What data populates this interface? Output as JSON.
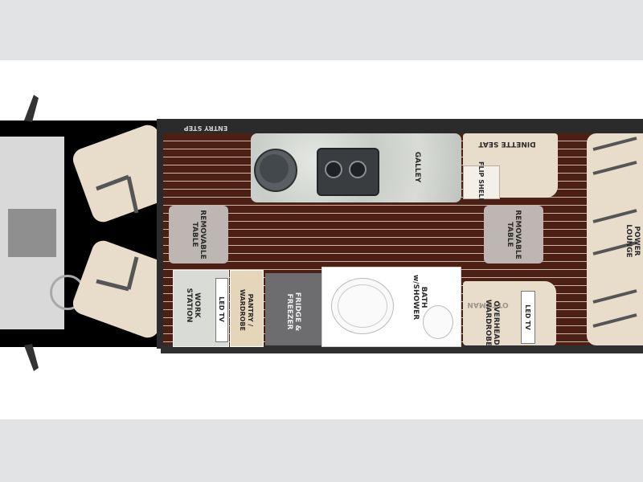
{
  "floorplan": {
    "labels": {
      "entry_step": "ENTRY STEP",
      "galley": "GALLEY",
      "dinette_seat": "DINETTE SEAT",
      "flip_shelf": "FLIP SHELF",
      "power_lounge": "POWER LOUNGE",
      "removable_table_left": "REMOVABLE TABLE",
      "removable_table_right": "REMOVABLE TABLE",
      "work_station": "WORK STATION",
      "led_tv_left": "LED TV",
      "pantry_wardrobe": "PANTRY / WARDROBE",
      "fridge_freezer": "FRIDGE & FREEZER",
      "bath_shower": "BATH w/SHOWER",
      "ottoman": "OTTOMAN",
      "overhead_wardrobe": "OVERHEAD WARDROBE",
      "led_tv_right": "LED TV"
    },
    "colors": {
      "floor_wood": "#4c2015",
      "upholstery": "#e8dccb",
      "table": "#bdb6b2",
      "fridge": "#6d6d6f",
      "pantry": "#e5d6b9",
      "background_band": "#e2e3e5"
    }
  }
}
